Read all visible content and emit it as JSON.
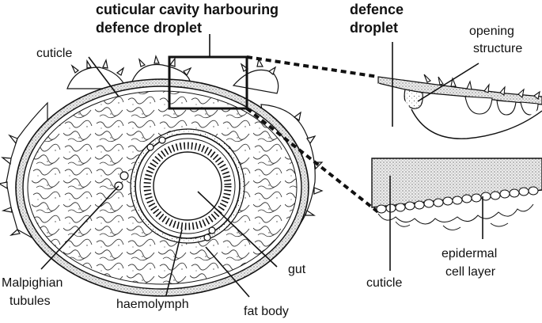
{
  "labels": {
    "title_line1": "cuticular cavity harbouring",
    "title_line2": "defence droplet",
    "defence_line1": "defence",
    "defence_line2": "droplet",
    "cuticle_top": "cuticle",
    "opening_line1": "opening",
    "opening_line2": "structure",
    "malpighian_line1": "Malpighian",
    "malpighian_line2": "tubules",
    "haemolymph": "haemolymph",
    "gut": "gut",
    "fat_body": "fat body",
    "cuticle_bottom": "cuticle",
    "epidermal_line1": "epidermal",
    "epidermal_line2": "cell layer"
  },
  "colors": {
    "ink": "#111111",
    "stipple": "#bdbdbd",
    "paper": "#ffffff"
  }
}
